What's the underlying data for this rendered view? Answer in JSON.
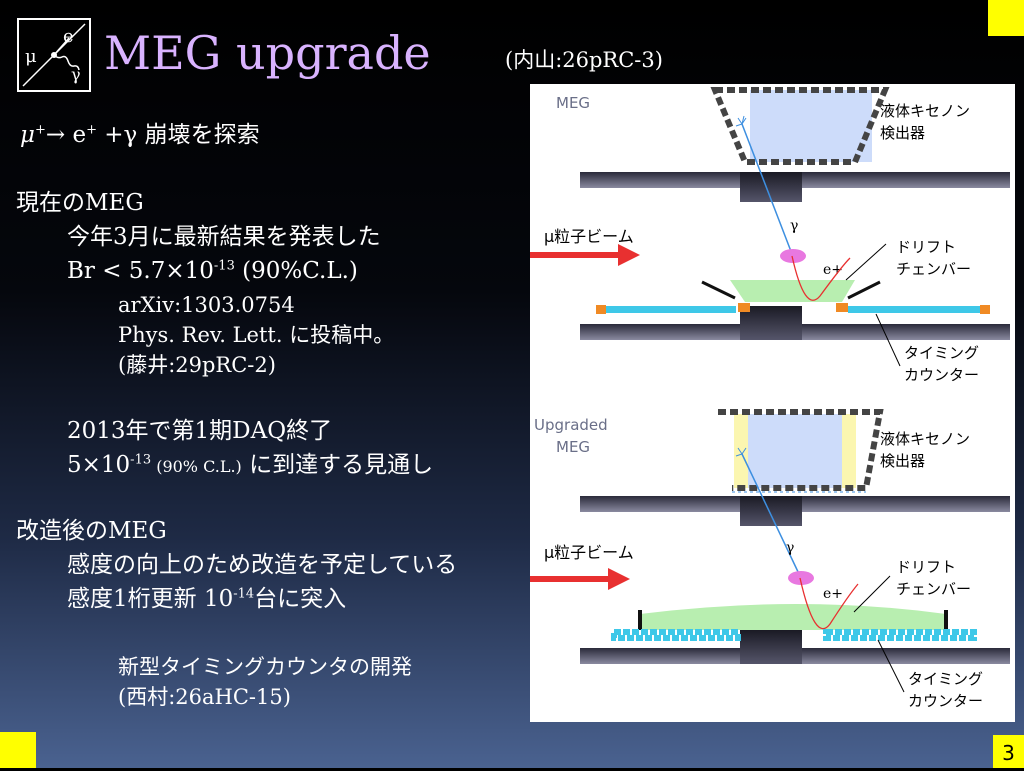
{
  "header": {
    "title": "MEG upgrade",
    "reference": "(内山:26pRC-3)",
    "logo": {
      "mu": "μ",
      "e": "e",
      "gamma": "γ"
    }
  },
  "left": {
    "decay": {
      "mu": "μ",
      "mu_sup": "+",
      "arrow": "→ e",
      "e_sup": "+",
      "rest": " +γ  崩壊を探索"
    },
    "current_heading": "現在のMEG",
    "current_line1": "今年3月に最新結果を発表した",
    "br": {
      "prefix": "Br < 5.7×10",
      "exp": "-13",
      "suffix": " (90%C.L.)"
    },
    "arxiv": "arXiv:1303.0754",
    "prl": "Phys. Rev. Lett. に投稿中。",
    "ref_fujii": "(藤井:29pRC-2)",
    "daq": "2013年で第1期DAQ終了",
    "reach": {
      "prefix": "5×10",
      "exp": "-13",
      "cl": " (90% C.L.)",
      "suffix": " に到達する見通し"
    },
    "upgrade_heading": "改造後のMEG",
    "upgrade_line1": "感度の向上のため改造を予定している",
    "upgrade_line2": {
      "prefix": "感度1桁更新 10",
      "exp": "-14",
      "suffix": "台に突入"
    },
    "timing_dev": "新型タイミングカウンタの開発",
    "ref_nishimura": "(西村:26aHC-15)"
  },
  "figure": {
    "top_label": "MEG",
    "bottom_label_1": "Upgraded",
    "bottom_label_2": "MEG",
    "lxe_1": "液体キセノン",
    "lxe_2": "検出器",
    "beam": "μ粒子ビーム",
    "gamma": "γ",
    "positron": "e+",
    "dc_1": "ドリフト",
    "dc_2": "チェンバー",
    "tc_1": "タイミング",
    "tc_2": "カウンター"
  },
  "footer": {
    "page_number": "3"
  },
  "colors": {
    "title": "#d9b3ff",
    "accent_yellow": "#ffff00",
    "lxe_fill": "#cddcfa",
    "drift_green": "#b8eeb0",
    "timing_cyan": "#3ec8e8",
    "beam_red": "#e83030",
    "target_magenta": "#e878e0",
    "orange": "#f08a24"
  }
}
